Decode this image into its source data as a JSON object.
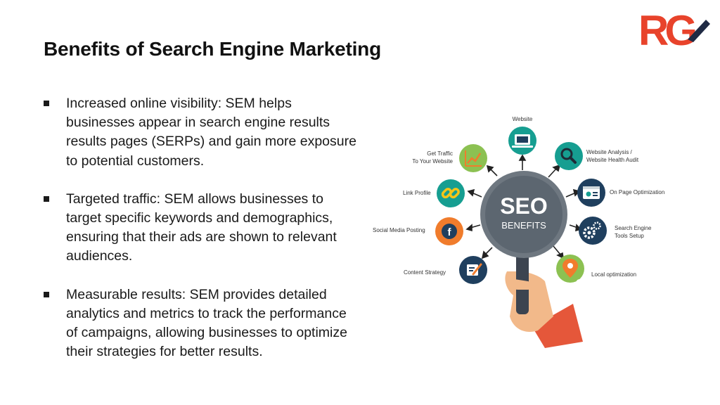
{
  "slide": {
    "title": "Benefits of Search Engine Marketing",
    "bullets": [
      "Increased online visibility: SEM helps businesses appear in search engine results results pages (SERPs) and gain more exposure to potential customers.",
      "Targeted traffic: SEM allows businesses to target specific keywords and demographics, ensuring that their ads are shown to relevant audiences.",
      "Measurable results: SEM provides detailed analytics and metrics to track the performance of campaigns, allowing businesses to optimize their strategies for better results."
    ]
  },
  "logo": {
    "text": "RG",
    "color_r": "#e8432b",
    "color_g": "#e8432b"
  },
  "graphic": {
    "center_title": "SEO",
    "center_subtitle": "BENEFITS",
    "items": {
      "website": "Website",
      "analysis_1": "Website Analysis /",
      "analysis_2": "Website Health Audit",
      "onpage": "On Page Optimization",
      "tools_1": "Search Engine",
      "tools_2": "Tools Setup",
      "local": "Local optimization",
      "content": "Content Strategy",
      "social": "Social Media Posting",
      "link": "Link Profile",
      "traffic_1": "Get Traffic",
      "traffic_2": "To Your Website"
    },
    "colors": {
      "lens": "#5c6670",
      "handle": "#3c4450",
      "teal": "#169e91",
      "navy": "#1f3f5e",
      "green": "#8cc152",
      "orange": "#f07c2c",
      "skin": "#f2b98a",
      "sleeve": "#e5573a"
    }
  }
}
